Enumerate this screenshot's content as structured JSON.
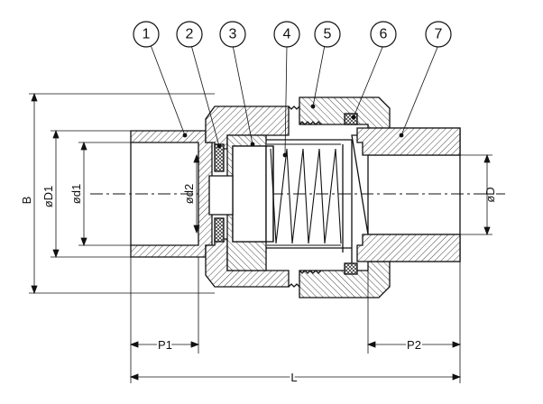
{
  "callouts": [
    {
      "label": "1"
    },
    {
      "label": "2"
    },
    {
      "label": "3"
    },
    {
      "label": "4"
    },
    {
      "label": "5"
    },
    {
      "label": "6"
    },
    {
      "label": "7"
    }
  ],
  "dimensions": {
    "B": "B",
    "D1": "øD1",
    "d1": "ød1",
    "d2": "ød2",
    "D": "øD",
    "P1": "P1",
    "P2": "P2",
    "L": "L"
  },
  "colors": {
    "line": "#111111",
    "hatch": "#444444",
    "background": "#ffffff"
  }
}
